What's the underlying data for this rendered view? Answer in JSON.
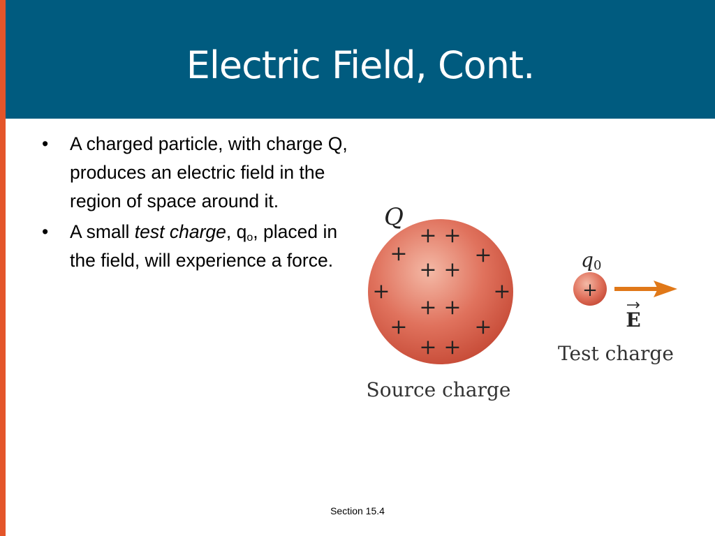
{
  "slide": {
    "title": "Electric Field, Cont.",
    "footer": "Section 15.4"
  },
  "bullets": [
    {
      "text": "A charged particle, with charge Q, produces an electric field in the region of space around it."
    },
    {
      "pre": "A small ",
      "em": "test charge",
      "mid": ", q",
      "sub": "o",
      "post": ", placed in the field, will experience a force."
    }
  ],
  "figure": {
    "source_symbol": "Q",
    "source_label": "Source charge",
    "plus_sign": "+",
    "test_symbol": "q",
    "test_subscript": "0",
    "field_symbol": "E",
    "test_label": "Test charge"
  },
  "colors": {
    "header_bg": "#005b7f",
    "accent_bar": "#e4552a",
    "sphere": "#d9634f",
    "arrow": "#e07818"
  }
}
